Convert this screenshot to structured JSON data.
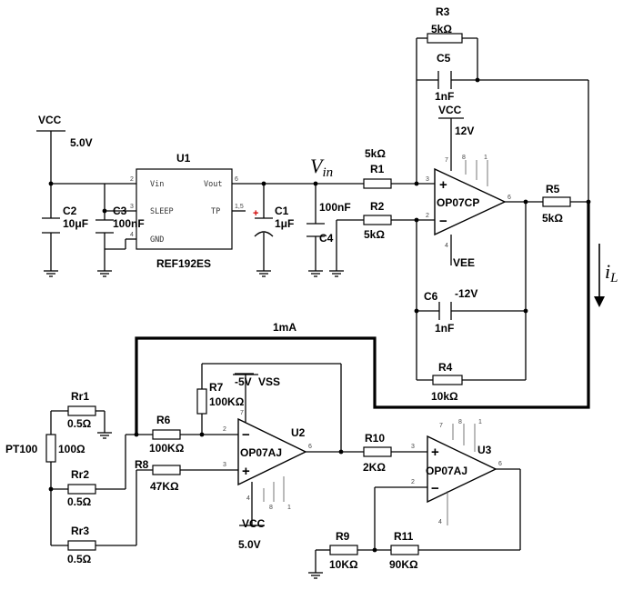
{
  "supply": {
    "vcc": "VCC",
    "vcc_value": "5.0V",
    "vcc2": "VCC",
    "vcc2_value": "12V",
    "vee": "VEE",
    "vee_value": "-12V",
    "vss": "VSS",
    "vss_value": "-5V",
    "vcc3": "VCC",
    "vcc3_value": "5.0V"
  },
  "reference": {
    "name": "U1",
    "part": "REF192ES",
    "pins": {
      "vin": "Vin",
      "vout": "Vout",
      "sleep": "SLEEP",
      "tp": "TP",
      "gnd": "GND",
      "p2": "2",
      "p3": "3",
      "p4": "4",
      "p6": "6",
      "p15": "1,5"
    }
  },
  "caps": {
    "c1": {
      "name": "C1",
      "value": "1μF"
    },
    "c2": {
      "name": "C2",
      "value": "10μF"
    },
    "c3": {
      "name": "C3",
      "value": "100nF"
    },
    "c4": {
      "name": "C4",
      "value": "100nF"
    },
    "c5": {
      "name": "C5",
      "value": "1nF"
    },
    "c6": {
      "name": "C6",
      "value": "1nF"
    }
  },
  "resistors": {
    "r1": {
      "name": "R1",
      "value": "5kΩ"
    },
    "r2": {
      "name": "R2",
      "value": "5kΩ"
    },
    "r3": {
      "name": "R3",
      "value": "5kΩ"
    },
    "r4": {
      "name": "R4",
      "value": "10kΩ"
    },
    "r5": {
      "name": "R5",
      "value": "5kΩ"
    },
    "r6": {
      "name": "R6",
      "value": "100KΩ"
    },
    "r7": {
      "name": "R7",
      "value": "100KΩ"
    },
    "r8": {
      "name": "R8",
      "value": "47KΩ"
    },
    "r9": {
      "name": "R9",
      "value": "10KΩ"
    },
    "r10": {
      "name": "R10",
      "value": "2KΩ"
    },
    "r11": {
      "name": "R11",
      "value": "90KΩ"
    },
    "rr1": {
      "name": "Rr1",
      "value": "0.5Ω"
    },
    "rr2": {
      "name": "Rr2",
      "value": "0.5Ω"
    },
    "rr3": {
      "name": "Rr3",
      "value": "0.5Ω"
    },
    "pt100": {
      "name": "PT100",
      "value": "100Ω"
    }
  },
  "opamps": {
    "op1": {
      "part": "OP07CP",
      "plus": "+",
      "minus": "−",
      "pin3": "3",
      "pin2": "2",
      "pin6": "6",
      "pin7": "7",
      "pin4": "4",
      "pin8": "8",
      "pin1": "1"
    },
    "u2": {
      "name": "U2",
      "part": "OP07AJ",
      "plus": "+",
      "minus": "−",
      "pin2": "2",
      "pin3": "3",
      "pin6": "6",
      "pin7": "7",
      "pin4": "4",
      "pin8": "8",
      "pin1": "1"
    },
    "u3": {
      "name": "U3",
      "part": "OP07AJ",
      "plus": "+",
      "minus": "−",
      "pin3": "3",
      "pin2": "2",
      "pin6": "6",
      "pin7": "7",
      "pin4": "4",
      "pin8": "8",
      "pin1": "1"
    }
  },
  "signals": {
    "vin": "V",
    "vin_sub": "in",
    "il": "i",
    "il_sub": "L",
    "current": "1mA"
  }
}
